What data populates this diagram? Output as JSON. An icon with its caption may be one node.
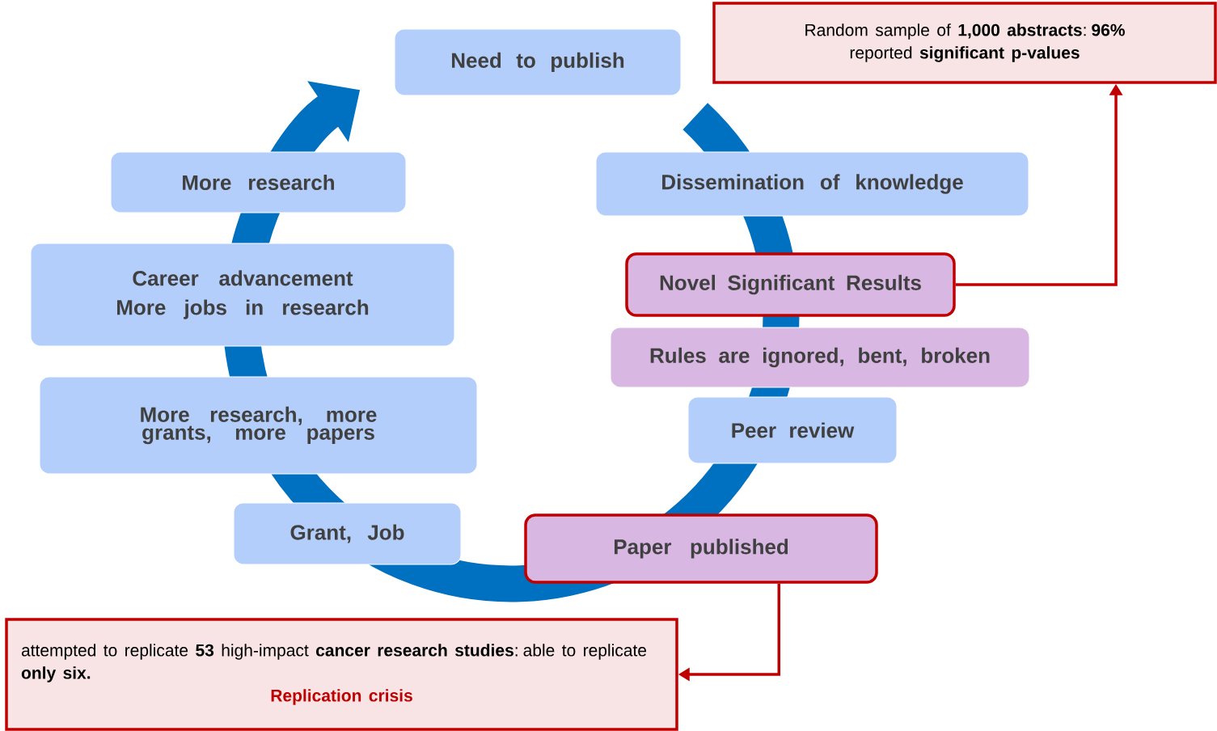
{
  "diagram": {
    "nodes": [
      {
        "text": [
          "Need to publish"
        ]
      },
      {
        "text": [
          "Dissemination of knowledge"
        ]
      },
      {
        "text": [
          "Novel Significant Results"
        ]
      },
      {
        "text": [
          "Rules are ignored, bent, broken"
        ]
      },
      {
        "text": [
          "Peer review"
        ]
      },
      {
        "text": [
          "Paper published"
        ]
      },
      {
        "text": [
          "Grant, Job"
        ]
      },
      {
        "text": [
          "More research, more grants, more papers"
        ]
      },
      {
        "text": [
          "Career advancement",
          "More jobs in research"
        ]
      },
      {
        "text": [
          "More research"
        ]
      },
      {
        "text": [
          "Random sample of **1,000 abstracts**: **96%** reported **significant p-values**"
        ]
      },
      {
        "text": [
          "attempted to replicate **53** high-impact **cancer research studies**: able to replicate **only six.**",
          "Replication crisis"
        ]
      }
    ],
    "edges": [
      {
        "from": 2,
        "to": 10,
        "arrow": "to"
      },
      {
        "from": 5,
        "to": 11,
        "arrow": "to"
      }
    ]
  }
}
